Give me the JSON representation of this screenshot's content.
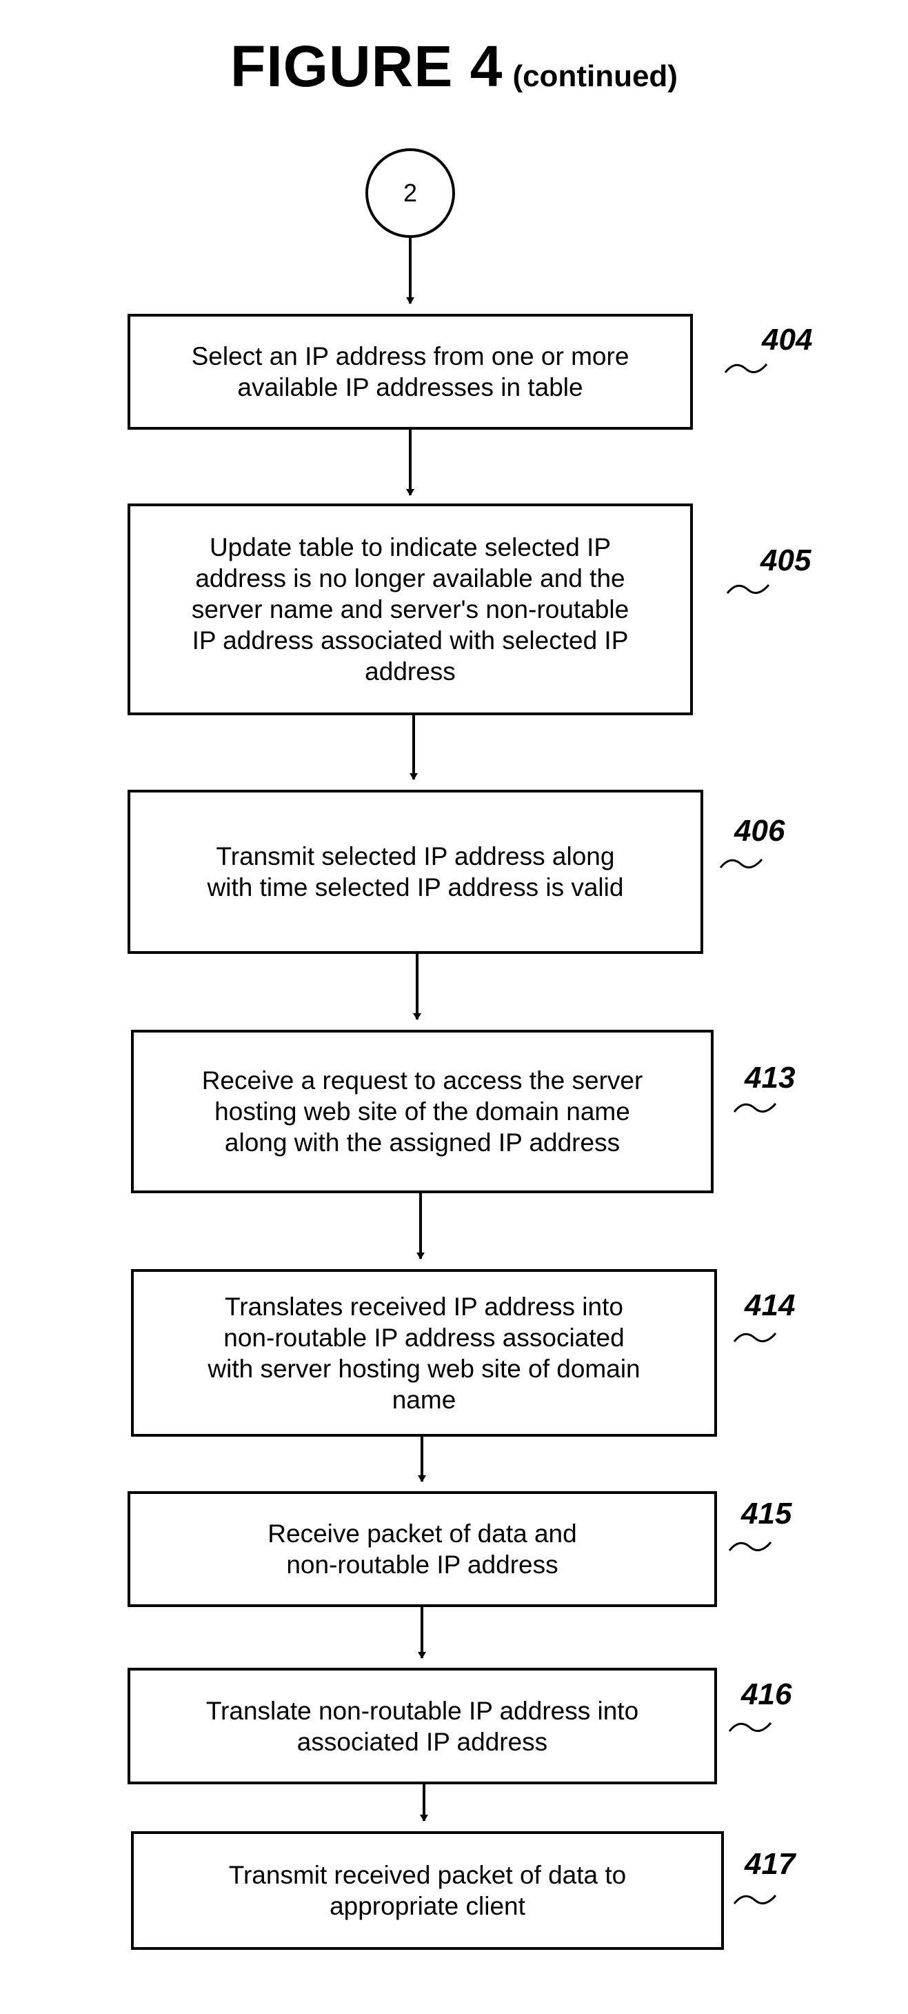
{
  "figure": {
    "title": "FIGURE 4",
    "title_suffix": "(continued)",
    "connector_label": "2"
  },
  "steps": [
    {
      "ref": "404",
      "text": "Select an IP address from one or more\navailable IP addresses in table"
    },
    {
      "ref": "405",
      "text": "Update table to indicate selected IP\naddress is no longer available and the\nserver name and server's non-routable\nIP address associated with selected IP\naddress"
    },
    {
      "ref": "406",
      "text": "Transmit selected IP address along\nwith time selected IP address is valid"
    },
    {
      "ref": "413",
      "text": "Receive a request to access the server\nhosting web site of the domain name\nalong with the assigned IP address"
    },
    {
      "ref": "414",
      "text": "Translates received IP address into\nnon-routable IP address associated\nwith server hosting web site of domain\nname"
    },
    {
      "ref": "415",
      "text": "Receive packet of data and\nnon-routable IP address"
    },
    {
      "ref": "416",
      "text": "Translate non-routable IP address into\nassociated IP address"
    },
    {
      "ref": "417",
      "text": "Transmit received packet of data to\nappropriate client"
    }
  ]
}
